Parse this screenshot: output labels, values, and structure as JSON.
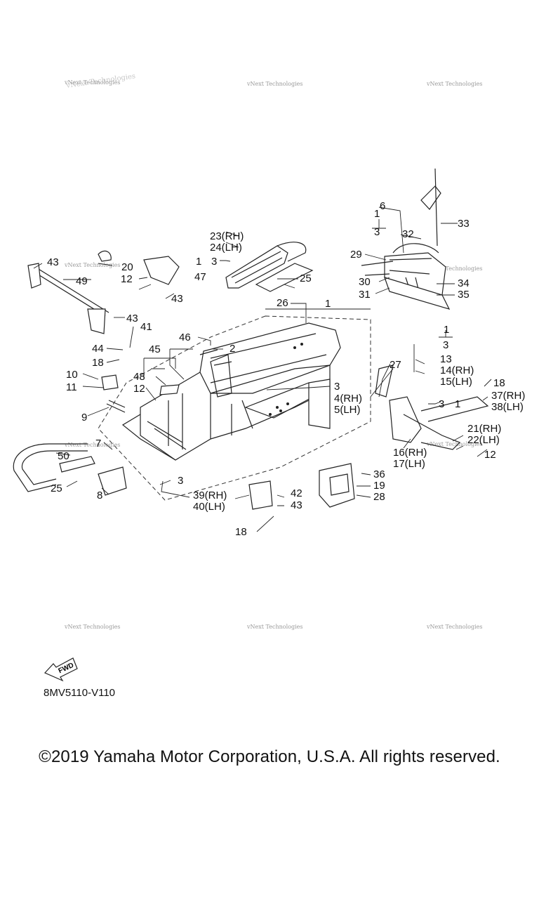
{
  "watermark": "vNext Technologies",
  "diagram_code": "8MV5110-V110",
  "copyright": "©2019 Yamaha Motor Corporation, U.S.A. All rights reserved.",
  "fwd_label": "FWD",
  "callouts": [
    {
      "id": "c1a",
      "text": "1"
    },
    {
      "id": "c1b",
      "text": "1"
    },
    {
      "id": "c1c",
      "text": "1"
    },
    {
      "id": "c1d",
      "text": "1"
    },
    {
      "id": "c1e",
      "text": "1"
    },
    {
      "id": "c2",
      "text": "2"
    },
    {
      "id": "c3a",
      "text": "3"
    },
    {
      "id": "c3b",
      "text": "3"
    },
    {
      "id": "c3c",
      "text": "3"
    },
    {
      "id": "c3d",
      "text": "3"
    },
    {
      "id": "c3e",
      "text": "3"
    },
    {
      "id": "c3f",
      "text": "3"
    },
    {
      "id": "c4",
      "text": "4(RH)"
    },
    {
      "id": "c5",
      "text": "5(LH)"
    },
    {
      "id": "c6",
      "text": "6"
    },
    {
      "id": "c7",
      "text": "7"
    },
    {
      "id": "c8",
      "text": "8"
    },
    {
      "id": "c9",
      "text": "9"
    },
    {
      "id": "c10",
      "text": "10"
    },
    {
      "id": "c11",
      "text": "11"
    },
    {
      "id": "c12a",
      "text": "12"
    },
    {
      "id": "c12b",
      "text": "12"
    },
    {
      "id": "c12c",
      "text": "12"
    },
    {
      "id": "c13",
      "text": "13"
    },
    {
      "id": "c14",
      "text": "14(RH)"
    },
    {
      "id": "c15",
      "text": "15(LH)"
    },
    {
      "id": "c16",
      "text": "16(RH)"
    },
    {
      "id": "c17",
      "text": "17(LH)"
    },
    {
      "id": "c18a",
      "text": "18"
    },
    {
      "id": "c18b",
      "text": "18"
    },
    {
      "id": "c18c",
      "text": "18"
    },
    {
      "id": "c19",
      "text": "19"
    },
    {
      "id": "c20",
      "text": "20"
    },
    {
      "id": "c21",
      "text": "21(RH)"
    },
    {
      "id": "c22",
      "text": "22(LH)"
    },
    {
      "id": "c23",
      "text": "23(RH)"
    },
    {
      "id": "c24",
      "text": "24(LH)"
    },
    {
      "id": "c25a",
      "text": "25"
    },
    {
      "id": "c25b",
      "text": "25"
    },
    {
      "id": "c26",
      "text": "26"
    },
    {
      "id": "c27",
      "text": "27"
    },
    {
      "id": "c28",
      "text": "28"
    },
    {
      "id": "c29",
      "text": "29"
    },
    {
      "id": "c30",
      "text": "30"
    },
    {
      "id": "c31",
      "text": "31"
    },
    {
      "id": "c32",
      "text": "32"
    },
    {
      "id": "c33",
      "text": "33"
    },
    {
      "id": "c34",
      "text": "34"
    },
    {
      "id": "c35",
      "text": "35"
    },
    {
      "id": "c36",
      "text": "36"
    },
    {
      "id": "c37",
      "text": "37(RH)"
    },
    {
      "id": "c38",
      "text": "38(LH)"
    },
    {
      "id": "c39",
      "text": "39(RH)"
    },
    {
      "id": "c40",
      "text": "40(LH)"
    },
    {
      "id": "c41",
      "text": "41"
    },
    {
      "id": "c42",
      "text": "42"
    },
    {
      "id": "c43a",
      "text": "43"
    },
    {
      "id": "c43b",
      "text": "43"
    },
    {
      "id": "c43c",
      "text": "43"
    },
    {
      "id": "c43d",
      "text": "43"
    },
    {
      "id": "c44",
      "text": "44"
    },
    {
      "id": "c45",
      "text": "45"
    },
    {
      "id": "c46",
      "text": "46"
    },
    {
      "id": "c47",
      "text": "47"
    },
    {
      "id": "c48",
      "text": "48"
    },
    {
      "id": "c49",
      "text": "49"
    },
    {
      "id": "c50",
      "text": "50"
    }
  ]
}
